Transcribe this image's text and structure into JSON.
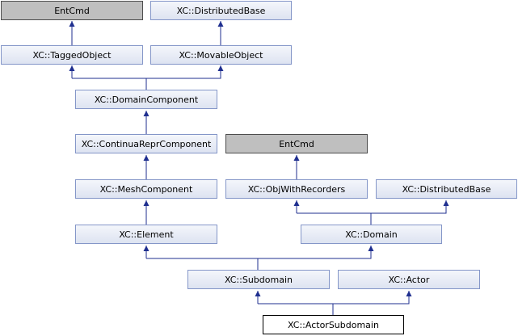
{
  "nodes": {
    "entcmd_top": "EntCmd",
    "distributed_base_top": "XC::DistributedBase",
    "tagged_object": "XC::TaggedObject",
    "movable_object": "XC::MovableObject",
    "domain_component": "XC::DomainComponent",
    "continua_repr_component": "XC::ContinuaReprComponent",
    "entcmd_mid": "EntCmd",
    "mesh_component": "XC::MeshComponent",
    "obj_with_recorders": "XC::ObjWithRecorders",
    "distributed_base_mid": "XC::DistributedBase",
    "element": "XC::Element",
    "domain": "XC::Domain",
    "subdomain": "XC::Subdomain",
    "actor": "XC::Actor",
    "actor_subdomain": "XC::ActorSubdomain"
  },
  "colors": {
    "edge": "#1f2f8f",
    "node_border": "#8496c8",
    "external_fill": "#bfbfbf",
    "focus_border": "#000000"
  }
}
